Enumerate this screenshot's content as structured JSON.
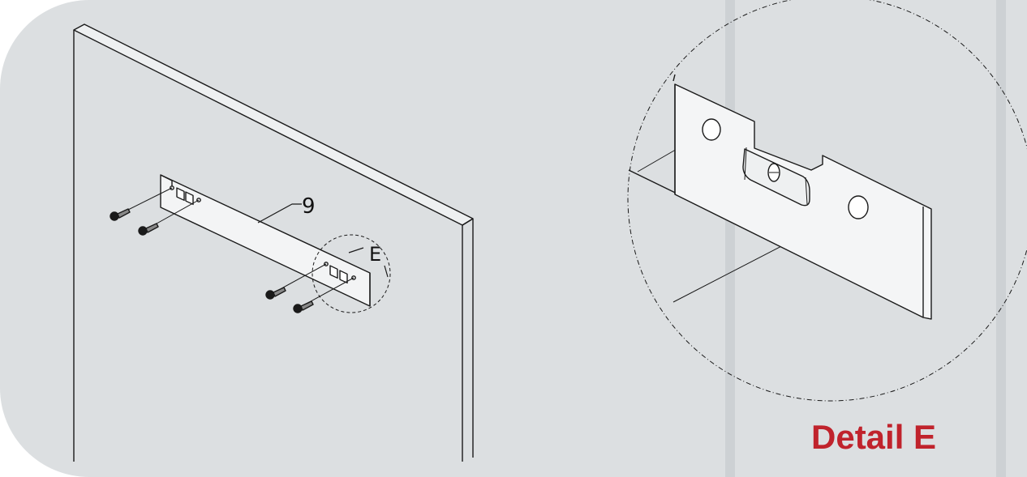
{
  "labels": {
    "part_number": "9",
    "detail_callout": "E",
    "detail_title": "Detail E"
  },
  "colors": {
    "background": "#dcdfe1",
    "stripe": "#cdd1d4",
    "line": "#1a1a1a",
    "title": "#c0232c"
  }
}
